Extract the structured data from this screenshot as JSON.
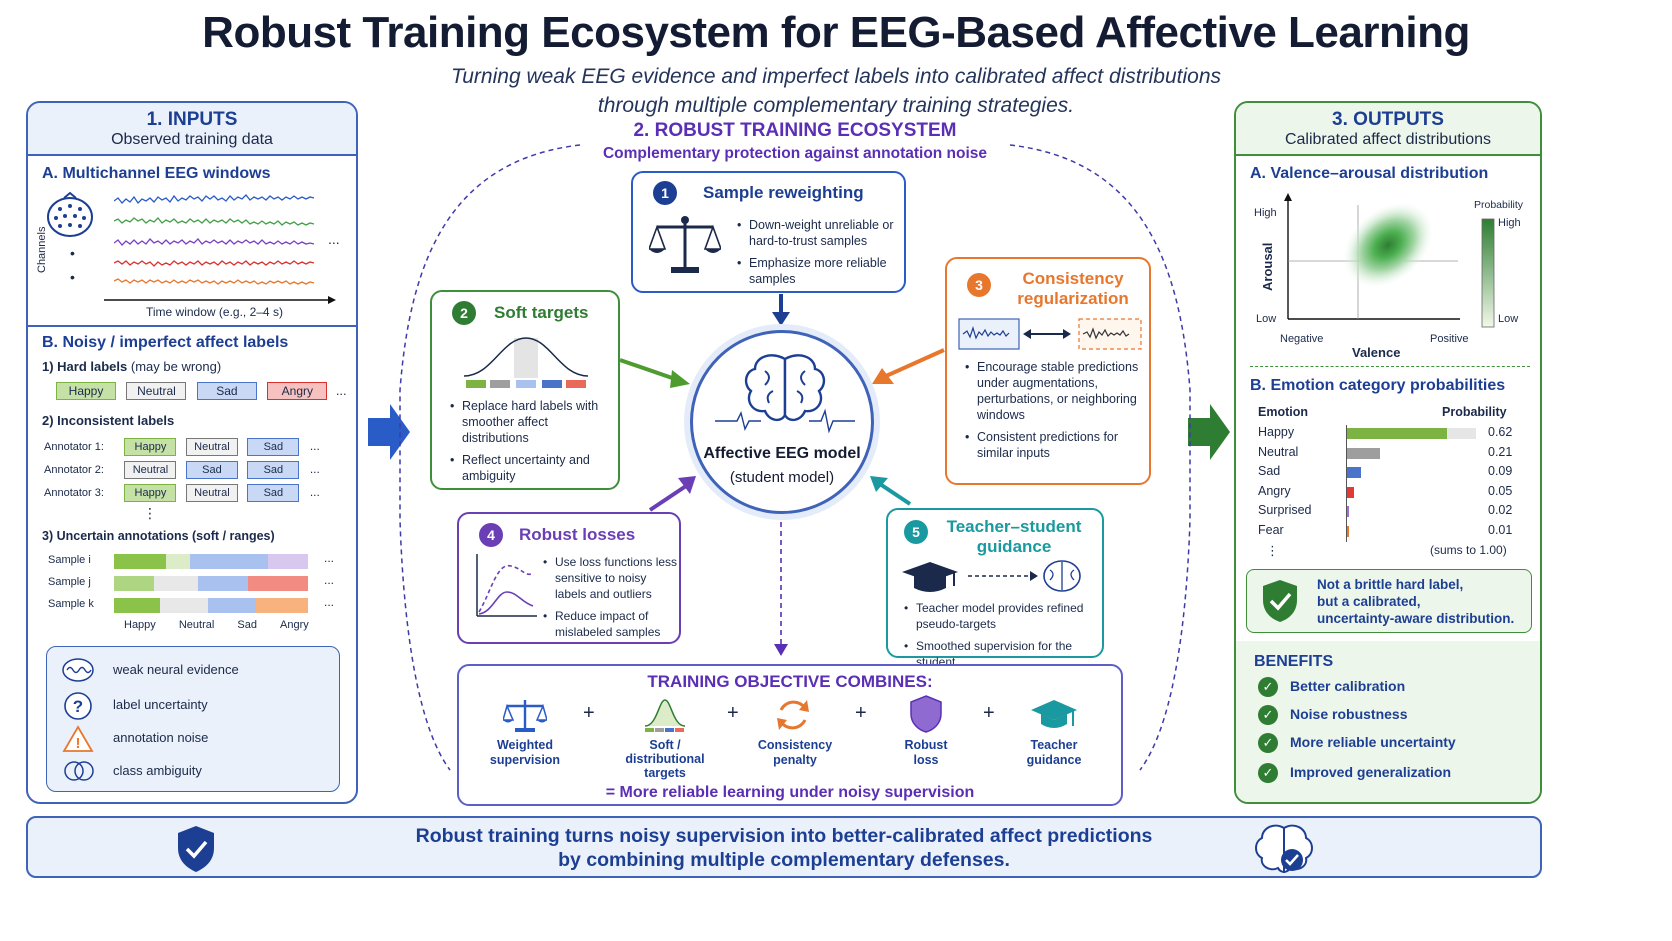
{
  "title": "Robust Training Ecosystem for EEG-Based Affective Learning",
  "subtitle_line1": "Turning weak EEG evidence and imperfect labels into calibrated affect distributions",
  "subtitle_line2": "through multiple complementary training strategies.",
  "inputs": {
    "heading": "1. INPUTS",
    "subheading": "Observed training data",
    "eeg_title": "A. Multichannel EEG windows",
    "channels_label": "Channels",
    "time_label": "Time window (e.g., 2–4 s)",
    "dots": "...",
    "labels_title": "B. Noisy / imperfect affect labels",
    "hard_title": "1) Hard labels",
    "hard_note": "(may be wrong)",
    "hard_labels": [
      "Happy",
      "Neutral",
      "Sad",
      "Angry"
    ],
    "inconsistent_title": "2) Inconsistent labels",
    "annotators": [
      {
        "name": "Annotator 1:",
        "labels": [
          "Happy",
          "Neutral",
          "Sad"
        ]
      },
      {
        "name": "Annotator 2:",
        "labels": [
          "Neutral",
          "Sad",
          "Sad"
        ]
      },
      {
        "name": "Annotator 3:",
        "labels": [
          "Happy",
          "Neutral",
          "Sad"
        ]
      }
    ],
    "vdots": "⋮",
    "uncertain_title": "3) Uncertain annotations (soft / ranges)",
    "samples": [
      "Sample i",
      "Sample j",
      "Sample k"
    ],
    "axis_labels": [
      "Happy",
      "Neutral",
      "Sad",
      "Angry"
    ],
    "legend": [
      "weak neural evidence",
      "label uncertainty",
      "annotation noise",
      "class ambiguity"
    ]
  },
  "ecosystem": {
    "heading": "2. ROBUST TRAINING ECOSYSTEM",
    "subheading": "Complementary protection against annotation noise",
    "model_title": "Affective EEG model",
    "model_sub": "(student model)",
    "cards": {
      "reweight": {
        "num": "1",
        "title": "Sample reweighting",
        "bullets": [
          "Down-weight unreliable or hard-to-trust samples",
          "Emphasize more reliable samples"
        ]
      },
      "soft": {
        "num": "2",
        "title": "Soft targets",
        "bullets": [
          "Replace hard labels with smoother affect distributions",
          "Reflect uncertainty and ambiguity"
        ]
      },
      "consistency": {
        "num": "3",
        "title_line1": "Consistency",
        "title_line2": "regularization",
        "bullets": [
          "Encourage stable predictions under augmentations, perturbations, or neighboring windows",
          "Consistent predictions for similar inputs"
        ]
      },
      "losses": {
        "num": "4",
        "title": "Robust losses",
        "bullets": [
          "Use loss functions less sensitive to noisy labels and outliers",
          "Reduce impact of mislabeled samples"
        ]
      },
      "teacher": {
        "num": "5",
        "title_line1": "Teacher–student",
        "title_line2": "guidance",
        "bullets": [
          "Teacher model provides refined pseudo-targets",
          "Smoothed supervision for the student"
        ]
      }
    },
    "objective": {
      "title": "TRAINING  OBJECTIVE COMBINES:",
      "plus": "+",
      "items": [
        {
          "line1": "Weighted",
          "line2": "supervision",
          "line3": ""
        },
        {
          "line1": "Soft /",
          "line2": "distributional",
          "line3": "targets"
        },
        {
          "line1": "Consistency",
          "line2": "penalty",
          "line3": ""
        },
        {
          "line1": "Robust",
          "line2": "loss",
          "line3": ""
        },
        {
          "line1": "Teacher",
          "line2": "guidance",
          "line3": ""
        }
      ],
      "result": "=  More reliable learning under noisy supervision"
    }
  },
  "outputs": {
    "heading": "3. OUTPUTS",
    "subheading": "Calibrated affect distributions",
    "va_title": "A. Valence–arousal distribution",
    "arousal_label": "Arousal",
    "valence_label": "Valence",
    "high": "High",
    "low": "Low",
    "negative": "Negative",
    "positive": "Positive",
    "prob_label": "Probability",
    "prob_high": "High",
    "prob_low": "Low",
    "cat_title": "B. Emotion category probabilities",
    "col_emotion": "Emotion",
    "col_prob": "Probability",
    "sums_note": "(sums to 1.00)",
    "vdots": "⋮",
    "callout": [
      "Not a brittle hard label,",
      "but a calibrated,",
      "uncertainty-aware distribution."
    ],
    "benefits_title": "BENEFITS",
    "benefits": [
      "Better calibration",
      "Noise robustness",
      "More reliable uncertainty",
      "Improved generalization"
    ]
  },
  "footer": {
    "line1": "Robust training turns noisy supervision into better-calibrated affect predictions",
    "line2": "by combining multiple complementary defenses."
  },
  "chart_data": {
    "type": "bar",
    "categories": [
      "Happy",
      "Neutral",
      "Sad",
      "Angry",
      "Surprised",
      "Fear"
    ],
    "values": [
      0.62,
      0.21,
      0.09,
      0.05,
      0.02,
      0.01
    ],
    "value_labels": [
      "0.62",
      "0.21",
      "0.09",
      "0.05",
      "0.02",
      "0.01"
    ],
    "xlim": [
      0,
      1
    ],
    "colors": [
      "#7cb342",
      "#9e9e9e",
      "#4a74c9",
      "#e53935",
      "#9575cd",
      "#e8772e"
    ]
  },
  "colors": {
    "blue": "#1d3f93",
    "green": "#2e7d32",
    "orange": "#e8772e",
    "purple": "#6a3fb5",
    "teal": "#1a9aa0"
  }
}
